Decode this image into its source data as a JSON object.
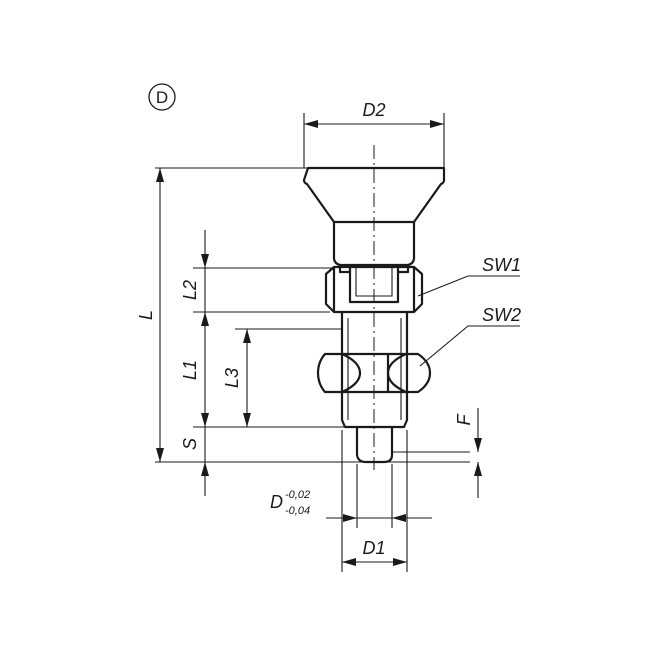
{
  "variant": "D",
  "dimensions": {
    "d2": "D2",
    "l": "L",
    "l2": "L2",
    "l1": "L1",
    "l3": "L3",
    "s": "S",
    "f": "F",
    "d": "D",
    "d_upper_tol": "-0,02",
    "d_lower_tol": "-0,04",
    "d1": "D1",
    "sw1": "SW1",
    "sw2": "SW2"
  }
}
